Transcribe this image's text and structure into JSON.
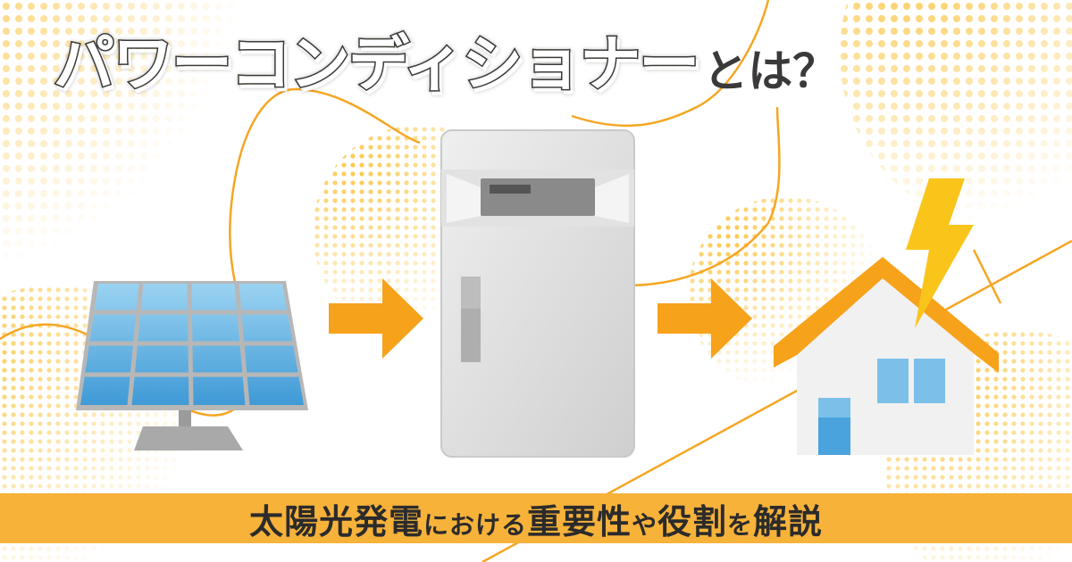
{
  "title": {
    "main": "パワーコンディショナー",
    "suffix": "とは？"
  },
  "subtitle": {
    "parts": [
      "太陽光発電",
      "における",
      "重要性",
      "や",
      "役割",
      "を",
      "解説"
    ]
  },
  "colors": {
    "accent": "#f7a21b",
    "banner": "#f7b23a",
    "panel_blue": "#5aaee0",
    "inverter_gray": "#dcdcdc",
    "roof": "#f7a21b",
    "lightning": "#f7c21b",
    "text_dark": "#2b2b2b"
  },
  "icons": [
    "solar-panel-icon",
    "arrow-right-icon",
    "power-conditioner-icon",
    "arrow-right-icon",
    "house-icon",
    "lightning-icon"
  ]
}
